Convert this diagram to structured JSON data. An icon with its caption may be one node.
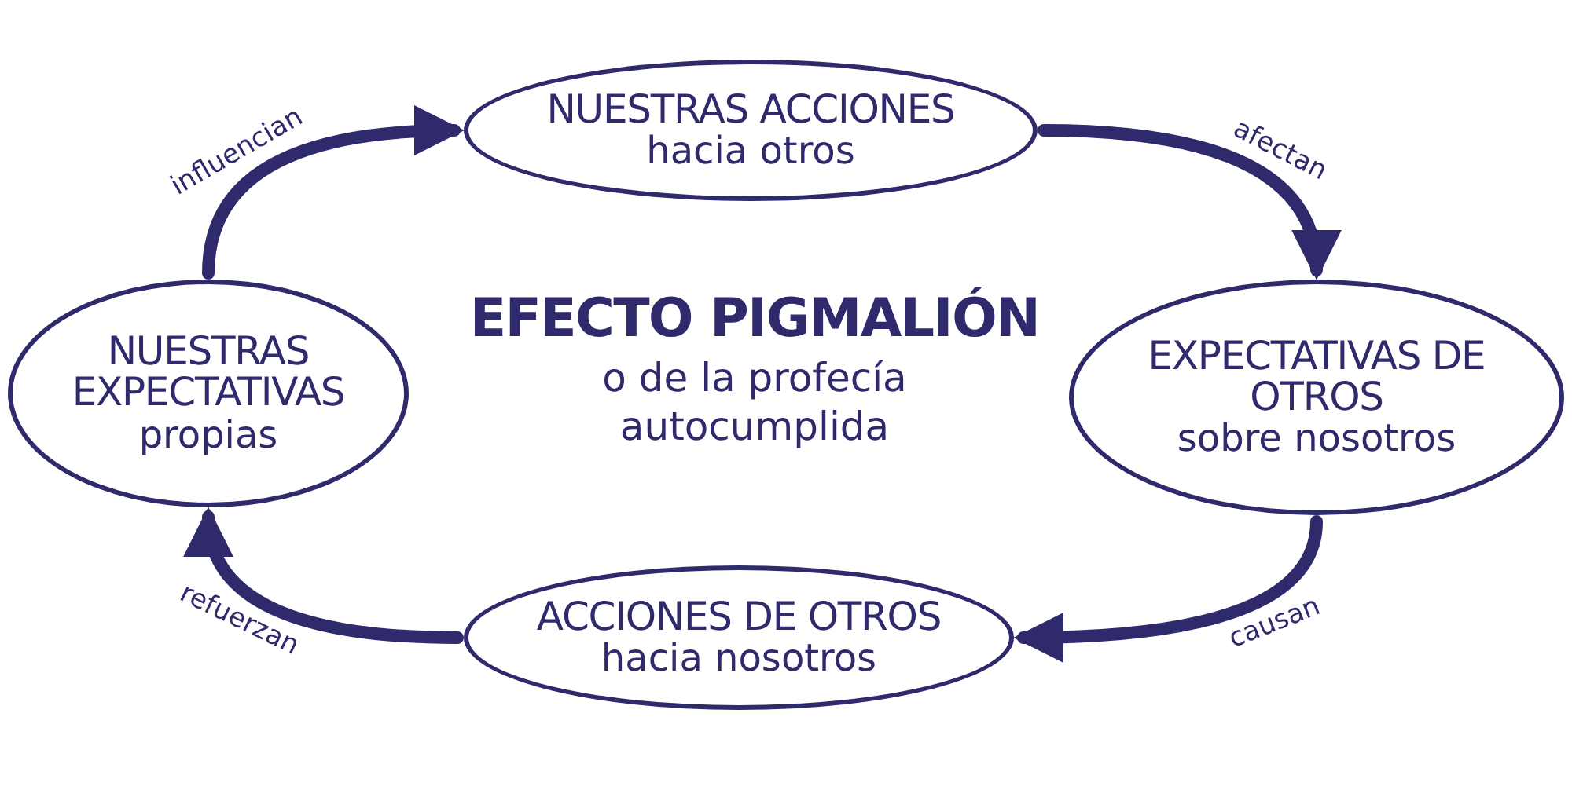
{
  "diagram": {
    "title": "EFECTO PIGMALIÓN",
    "nodes": [
      {
        "text": [
          "NUESTRAS ACCIONES",
          "hacia otros"
        ]
      },
      {
        "text": [
          "NUESTRAS EXPECTATIVAS",
          "propias"
        ]
      },
      {
        "text": [
          "EXPECTATIVAS DE OTROS",
          "sobre nosotros"
        ]
      },
      {
        "text": [
          "ACCIONES DE OTROS",
          "hacia nosotros"
        ]
      }
    ],
    "edges": [
      {
        "from": 0,
        "to": 2,
        "arrow": "to",
        "label": "afectan"
      },
      {
        "from": 2,
        "to": 3,
        "arrow": "to",
        "label": "causan"
      },
      {
        "from": 3,
        "to": 1,
        "arrow": "to",
        "label": "refuerzan"
      },
      {
        "from": 1,
        "to": 0,
        "arrow": "to",
        "label": "influencian"
      }
    ],
    "labels": [
      "o de la profecía autocumplida"
    ]
  }
}
